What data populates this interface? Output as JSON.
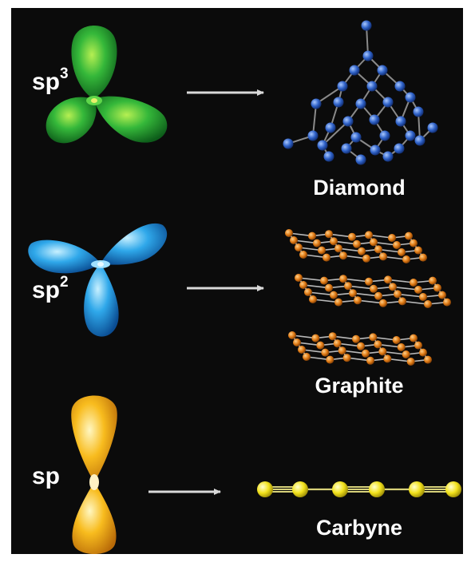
{
  "rows": [
    {
      "hybridization": {
        "base": "sp",
        "sup": "3"
      },
      "structure": "Diamond",
      "orbital_color": "#2fb52f",
      "atom_color": "#2f62c8"
    },
    {
      "hybridization": {
        "base": "sp",
        "sup": "2"
      },
      "structure": "Graphite",
      "orbital_color": "#2aa6e8",
      "atom_color": "#e07a14"
    },
    {
      "hybridization": {
        "base": "sp",
        "sup": ""
      },
      "structure": "Carbyne",
      "orbital_color": "#f6b51e",
      "atom_color": "#f2e21c"
    }
  ]
}
